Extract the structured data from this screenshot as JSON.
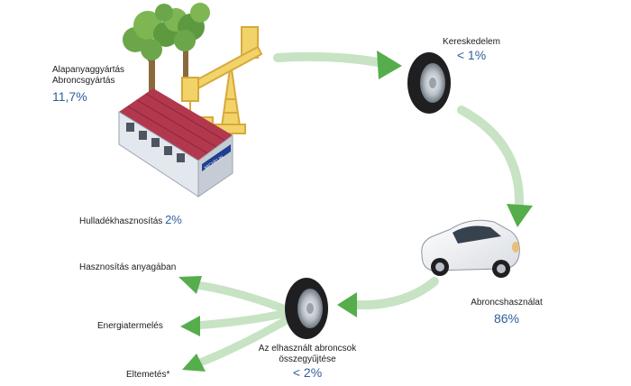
{
  "stages": {
    "production": {
      "line1": "Alapanyaggyártás",
      "line2": "Abroncsgyártás",
      "value": "11,7%"
    },
    "trade": {
      "label": "Kereskedelem",
      "value": "< 1%"
    },
    "usage": {
      "label": "Abroncshasználat",
      "value": "86%"
    },
    "collection": {
      "line1": "Az elhasznált abroncsok",
      "line2": "összegyűjtése",
      "value": "< 2%"
    },
    "recovery": {
      "label": "Hulladékhasznosítás",
      "value": "2%"
    }
  },
  "outcomes": {
    "material": "Hasznosítás anyagában",
    "energy": "Energiatermelés",
    "disposal": "Eltemetés*"
  },
  "factory_sign": "MICHELIN",
  "colors": {
    "arrow": "#c7e3c4",
    "arrow_head": "#55ad4c",
    "percent": "#2f5f9a",
    "roof": "#b2384e",
    "pump": "#f2d36a"
  }
}
